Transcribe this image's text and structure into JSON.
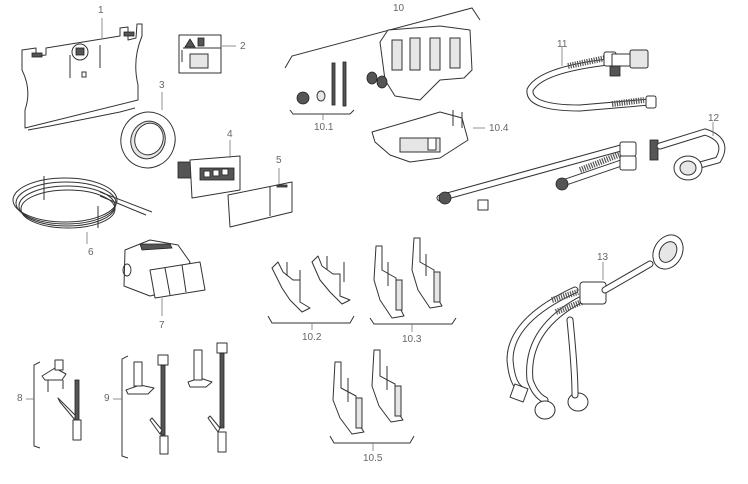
{
  "diagram": {
    "type": "exploded-parts-diagram",
    "accent_color": "#333333",
    "label_color": "#666666",
    "parts": [
      {
        "id": "1",
        "label": "1",
        "depicts": "mounting-plate"
      },
      {
        "id": "2",
        "label": "2",
        "depicts": "warning-label-sticker"
      },
      {
        "id": "3",
        "label": "3",
        "depicts": "protective-ring"
      },
      {
        "id": "4",
        "label": "4",
        "depicts": "actuator-panel-module"
      },
      {
        "id": "5",
        "label": "5",
        "depicts": "cover-plate"
      },
      {
        "id": "6",
        "label": "6",
        "depicts": "coiled-cable"
      },
      {
        "id": "7",
        "label": "7",
        "depicts": "connector-housing"
      },
      {
        "id": "8",
        "label": "8",
        "depicts": "lever-set-a"
      },
      {
        "id": "9",
        "label": "9",
        "depicts": "lever-set-b"
      },
      {
        "id": "10",
        "label": "10",
        "depicts": "valve-block-assembly"
      },
      {
        "id": "10.1",
        "label": "10.1",
        "depicts": "nuts-and-pins"
      },
      {
        "id": "10.2",
        "label": "10.2",
        "depicts": "bracket-pair-short"
      },
      {
        "id": "10.3",
        "label": "10.3",
        "depicts": "bracket-pair-tall"
      },
      {
        "id": "10.4",
        "label": "10.4",
        "depicts": "valve-frame"
      },
      {
        "id": "10.5",
        "label": "10.5",
        "depicts": "bracket-pair-medium"
      },
      {
        "id": "11",
        "label": "11",
        "depicts": "hose-with-t-connector"
      },
      {
        "id": "12",
        "label": "12",
        "depicts": "double-hose-with-nut"
      },
      {
        "id": "13",
        "label": "13",
        "depicts": "y-hose-assembly"
      }
    ]
  }
}
